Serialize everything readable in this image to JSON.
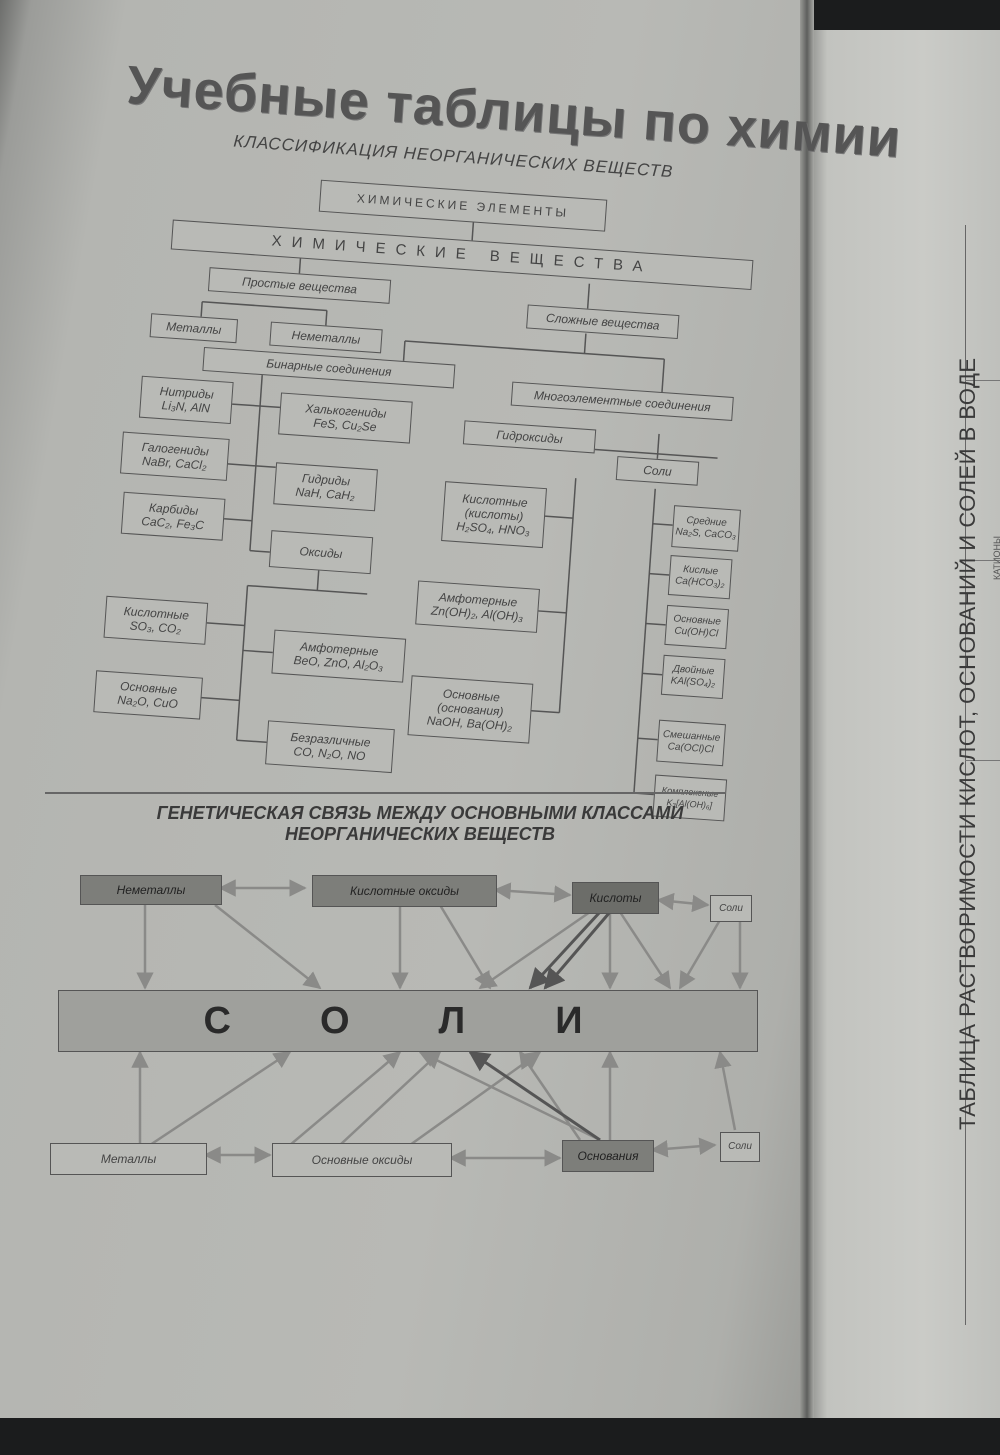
{
  "title": "Учебные таблицы по химии",
  "classification": {
    "heading": "КЛАССИФИКАЦИЯ НЕОРГАНИЧЕСКИХ ВЕЩЕСТВ",
    "elements": "ХИМИЧЕСКИЕ ЭЛЕМЕНТЫ",
    "substances": "ХИМИЧЕСКИЕ ВЕЩЕСТВА",
    "simple": "Простые вещества",
    "metals": "Металлы",
    "nonmetals": "Неметаллы",
    "complex": "Сложные вещества",
    "binary": "Бинарные соединения",
    "multi": "Многоэлементные соединения",
    "nitrides": "Нитриды\nLi₃N, AlN",
    "chalcogenides": "Халькогениды\nFeS, Cu₂Se",
    "halides": "Галогениды\nNaBr, CaCl₂",
    "hydrides": "Гидриды\nNaH, CaH₂",
    "carbides": "Карбиды\nCaC₂, Fe₃C",
    "oxides": "Оксиды",
    "acid_oxides": "Кислотные\nSO₃, CO₂",
    "amph_oxides": "Амфотерные\nBeO, ZnO, Al₂O₃",
    "basic_oxides": "Основные\nNa₂O, CuO",
    "indiff_oxides": "Безразличные\nCO, N₂O, NO",
    "hydroxides": "Гидроксиды",
    "salts": "Соли",
    "acid_hyd": "Кислотные\n(кислоты)\nH₂SO₄, HNO₃",
    "amph_hyd": "Амфотерные\nZn(OH)₂, Al(OH)₃",
    "basic_hyd": "Основные\n(основания)\nNaOH, Ba(OH)₂",
    "salt_medium": "Средние\nNa₂S, CaCO₃",
    "salt_acid": "Кислые\nCa(HCO₃)₂",
    "salt_basic": "Основные\nCu(OH)Cl",
    "salt_double": "Двойные\nKAl(SO₄)₂",
    "salt_mixed": "Смешанные\nCa(OCl)Cl",
    "salt_complex": "Комплексные\nK₃[Al(OH)₆]"
  },
  "genetic": {
    "heading_line1": "ГЕНЕТИЧЕСКАЯ СВЯЗЬ МЕЖДУ ОСНОВНЫМИ КЛАССАМИ",
    "heading_line2": "НЕОРГАНИЧЕСКИХ ВЕЩЕСТВ",
    "nonmetals": "Неметаллы",
    "acid_oxides": "Кислотные оксиды",
    "acids": "Кислоты",
    "salts_small_top": "Соли",
    "salts_big": "СОЛИ",
    "metals": "Металлы",
    "basic_oxides": "Основные оксиды",
    "bases": "Основания",
    "salts_small_bottom": "Соли"
  },
  "right_page": {
    "vertical_title": "ТАБЛИЦА РАСТВОРИМОСТИ КИСЛОТ, ОСНОВАНИЙ И СОЛЕЙ В ВОДЕ",
    "column_label": "КАТИОНЫ"
  }
}
